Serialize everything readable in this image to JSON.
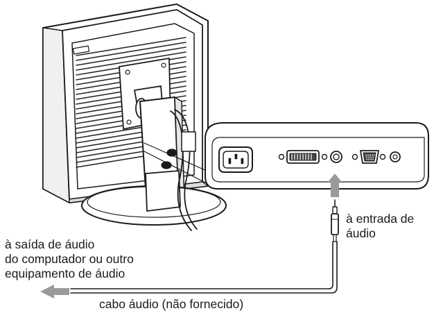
{
  "labels": {
    "audio_input": [
      "à entrada de",
      "áudio"
    ],
    "audio_output": [
      "à saída de áudio",
      "do computador ou outro",
      "equipamento de áudio"
    ],
    "cable": "cabo áudio (não fornecido)"
  },
  "icons": [
    "monitor-illustration",
    "monitor-stand",
    "connector-panel",
    "ac-power-socket",
    "dvi-connector",
    "audio-input-jack",
    "vga-connector",
    "audio-plug",
    "arrow-up-icon",
    "arrow-left-icon"
  ],
  "colors": {
    "line": "#1a1a1a",
    "fill": "#ffffff",
    "grey": "#9a9a9a",
    "dark": "#444444"
  }
}
